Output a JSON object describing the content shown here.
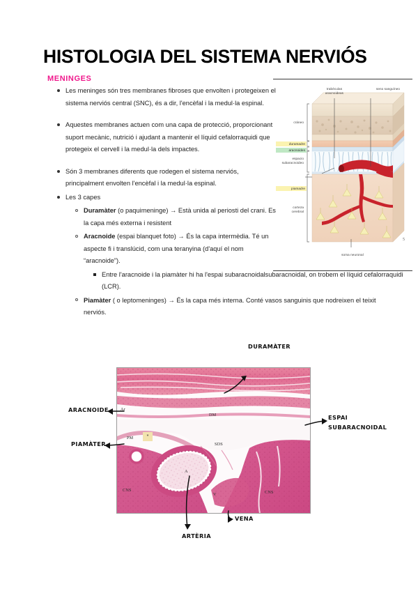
{
  "document": {
    "title": "HISTOLOGIA DEL SISTEMA NERVIÓS",
    "section_heading": "MENINGES",
    "heading_color": "#f0188c"
  },
  "body": {
    "bullets": [
      {
        "level": 1,
        "text": "Les meninges són tres membranes fibroses que envolten i protegeixen el sistema nerviós central (SNC), és a dir, l'encèfal i la medul·la espinal."
      },
      {
        "level": 1,
        "text": "Aquestes membranes actuen com una capa de protecció, proporcionant suport mecànic, nutrició i ajudant a mantenir el líquid cefalorraquidi que protegeix el cervell i la medul·la dels impactes."
      },
      {
        "level": 1,
        "text": "Són 3 membranes diferents que rodegen el sistema nerviós, principalment envolten l'encèfal i la medul·la espinal."
      },
      {
        "level": 1,
        "text": "Les 3 capes"
      },
      {
        "level": 2,
        "lead": "Duramàter",
        "text": " (o paquimeninge) → Està unida al periosti del crani. Es la capa més externa i resistent"
      },
      {
        "level": 2,
        "lead": "Aracnoide",
        "text": " (espai blanquet foto) →  És la capa intermèdia. Té un aspecte fi i translúcid, com una teranyina (d'aquí el nom “aracnoide”)."
      },
      {
        "level": 3,
        "text": "Entre l'aracnoide i la piamàter hi ha l'espai subaracnoidalsubaracnoidal, on trobem el líquid cefalorraquidi (LCR)."
      },
      {
        "level": 2,
        "lead": "Piamàter",
        "text": " ( o leptomeninges) → És la capa més interna. Conté vasos sanguinis que nodreixen el teixit nerviós."
      }
    ]
  },
  "figure_meninges": {
    "caption_labels": {
      "trabeculas": "trabéculas\naracnoideas",
      "seno": "seno sanguíneo",
      "craneo": "cráneo",
      "duramadre": "duramadre",
      "aracnoides": "aracnoides",
      "espacio": "espacio\nsubaracnoideo",
      "piamadre": "piamadre",
      "corteza": "corteza\ncerebral",
      "soma": "soma neuronal",
      "number": "5"
    },
    "highlight_colors": {
      "duramadre": "#fbf3b0",
      "aracnoides": "#bfe8c4",
      "piamadre": "#fbf3b0"
    }
  },
  "figure_histology": {
    "handwritten_labels": {
      "duramater": "DURAMÀTER",
      "aracnoide": "ARACNOIDE",
      "piamater": "PIAMÀTER",
      "espai_subaracnoidal_line1": "ESPAI",
      "espai_subaracnoidal_line2": "SUBARACNOIDAL",
      "arteria": "ARTÈRIA",
      "vena": "VENA"
    },
    "image_labels": {
      "dm": "DM",
      "ar": "Ar",
      "pm": "PM",
      "sds": "SDS",
      "artery": "A",
      "vein": "V",
      "cns_left": "CNS",
      "cns_right": "CNS",
      "asterisk": "*"
    }
  }
}
